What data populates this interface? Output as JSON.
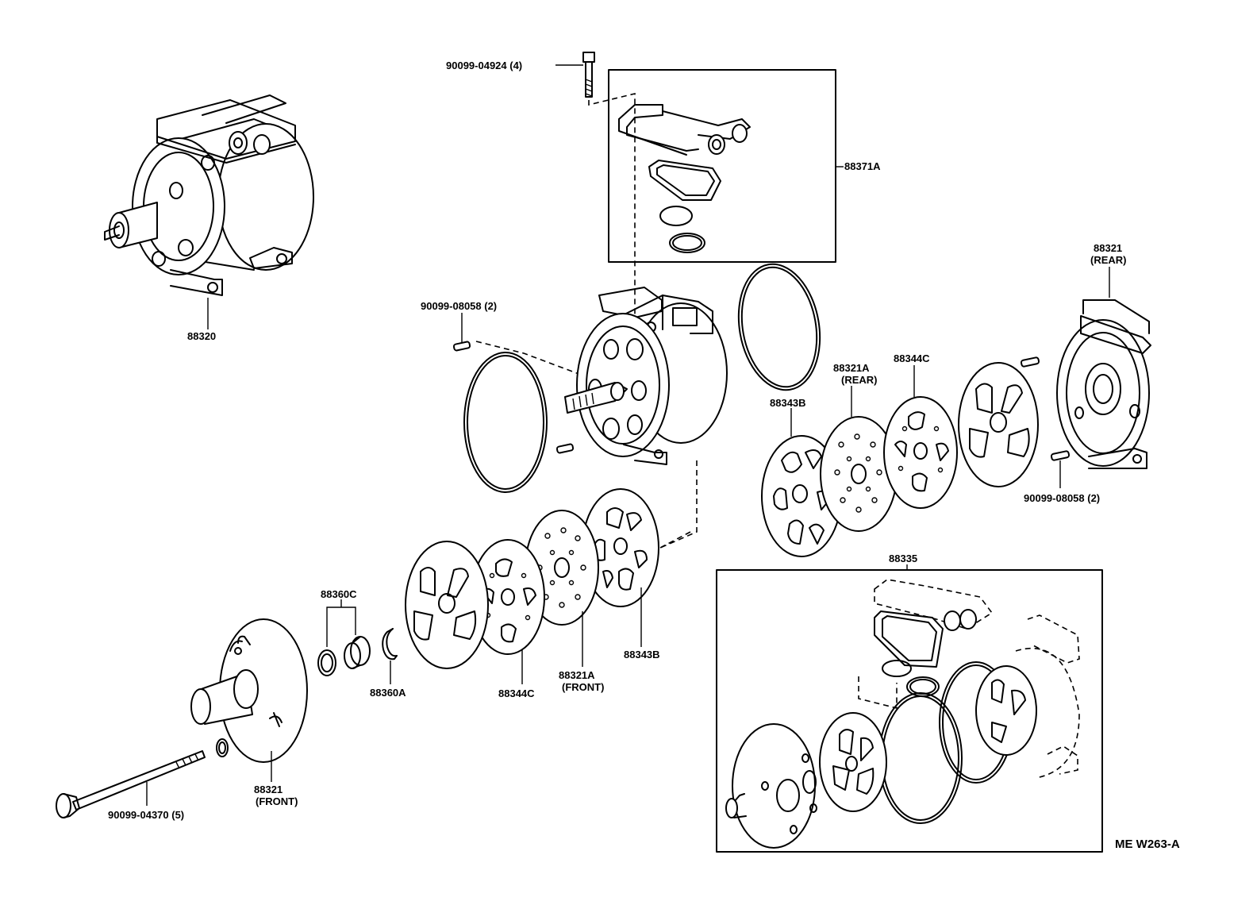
{
  "diagram": {
    "drawing_code": "ME  W263-A",
    "labels": {
      "bolt_top": "90099-04924 (4)",
      "valve_kit": "88371A",
      "compressor_assy": "88320",
      "pin_top": "90099-08058 (2)",
      "rear_housing": "88321",
      "rear_housing_note": "(REAR)",
      "rear_plate": "88321A",
      "rear_plate_note": "(REAR)",
      "gasket_rear_c": "88344C",
      "gasket_rear_b": "88343B",
      "pin_right": "90099-08058 (2)",
      "gasket_set": "88335",
      "seal_c": "88360C",
      "snap_ring": "88360A",
      "gasket_front_c": "88344C",
      "front_plate": "88321A",
      "front_plate_note": "(FRONT)",
      "gasket_front_b": "88343B",
      "front_housing": "88321",
      "front_housing_note": "(FRONT)",
      "through_bolt": "90099-04370 (5)"
    }
  }
}
